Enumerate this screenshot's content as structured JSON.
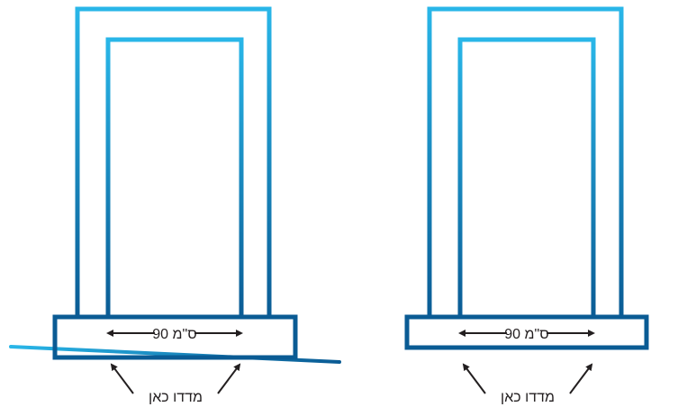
{
  "diagrams": [
    {
      "id": "left",
      "width_label": "90 ס\"מ",
      "measure_label": "מדדו כאן",
      "floor": "sloped"
    },
    {
      "id": "right",
      "width_label": "90 ס\"מ",
      "measure_label": "מדדו כאן",
      "floor": "level"
    }
  ],
  "colors": {
    "frame_light": "#29b6e8",
    "frame_dark": "#0a5b94",
    "arrow": "#231f20",
    "background": "#ffffff"
  }
}
